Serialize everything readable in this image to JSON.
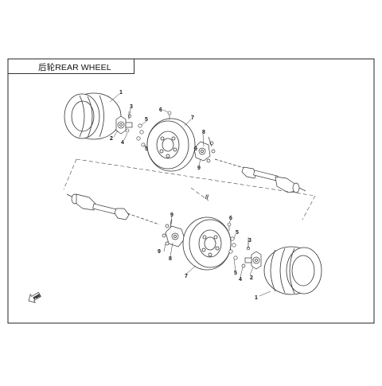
{
  "title": "后轮REAR WHEEL",
  "callouts": {
    "upper": [
      "1",
      "2",
      "3",
      "4",
      "5",
      "6",
      "7",
      "8",
      "9"
    ],
    "lower": [
      "1",
      "2",
      "3",
      "4",
      "5",
      "6",
      "7",
      "8",
      "9"
    ]
  },
  "fwd_label": "FWD"
}
